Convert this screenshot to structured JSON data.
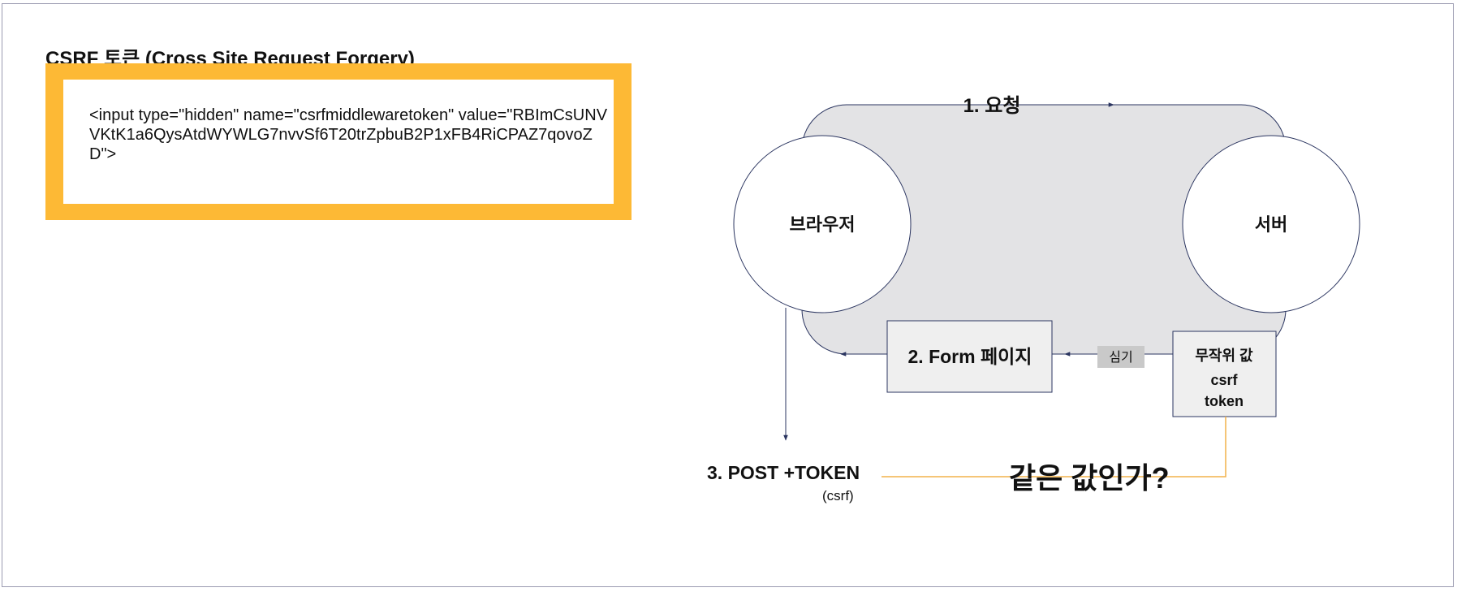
{
  "title": "CSRF 토큰 (Cross Site Request Forgery)",
  "code_snippet": "<input type=\"hidden\" name=\"csrfmiddlewaretoken\" value=\"RBImCsUNVVKtK1a6QysAtdWYWLG7nvvSf6T20trZpbuB2P1xFB4RiCPAZ7qovoZD\">",
  "diagram": {
    "browser_label": "브라우저",
    "server_label": "서버",
    "request_label": "1. 요청",
    "form_page_label": "2. Form 페이지",
    "embed_label": "심기",
    "token_box": [
      "무작위 값",
      "csrf",
      "token"
    ],
    "post_label": "3. POST +TOKEN",
    "post_sublabel": "(csrf)",
    "compare_label": "같은 값인가?"
  },
  "colors": {
    "accent_orange": "#fdb935",
    "pill_gray": "#e3e3e5",
    "box_gray": "#efefef",
    "arrow": "#2b3560",
    "compare_line": "#f2b24a"
  }
}
